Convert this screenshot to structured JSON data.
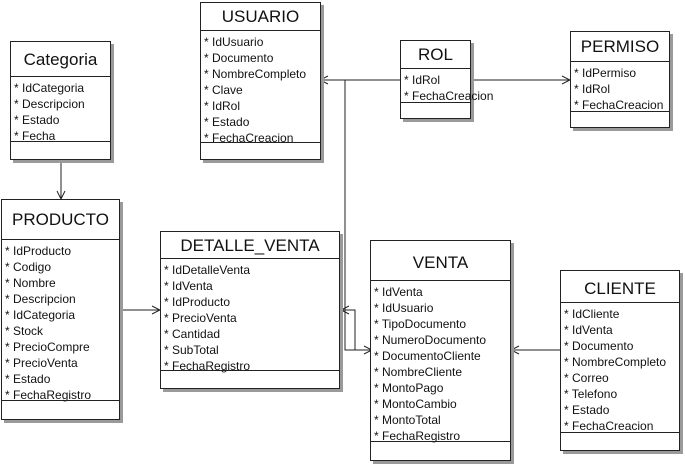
{
  "entities": {
    "usuario": {
      "title": "USUARIO",
      "fields": [
        "* IdUsuario",
        "* Documento",
        "* NombreCompleto",
        "* Clave",
        "* IdRol",
        "* Estado",
        "* FechaCreacion"
      ]
    },
    "categoria": {
      "title": "Categoria",
      "fields": [
        "* IdCategoria",
        "* Descripcion",
        "* Estado",
        "* Fecha"
      ]
    },
    "rol": {
      "title": "ROL",
      "fields": [
        "* IdRol",
        "* FechaCreacion"
      ]
    },
    "permiso": {
      "title": "PERMISO",
      "fields": [
        "* IdPermiso",
        "* IdRol",
        "* FechaCreacion"
      ]
    },
    "producto": {
      "title": "PRODUCTO",
      "fields": [
        "* IdProducto",
        "* Codigo",
        "* Nombre",
        "* Descripcion",
        "* IdCategoria",
        "* Stock",
        "* PrecioCompre",
        "* PrecioVenta",
        "* Estado",
        "* FechaRegistro"
      ]
    },
    "detalle_venta": {
      "title": "DETALLE_VENTA",
      "fields": [
        "* IdDetalleVenta",
        "* IdVenta",
        "* IdProducto",
        "* PrecioVenta",
        "* Cantidad",
        "* SubTotal",
        "* FechaRegistro"
      ]
    },
    "venta": {
      "title": "VENTA",
      "fields": [
        "* IdVenta",
        "* IdUsuario",
        "* TipoDocumento",
        "* NumeroDocumento",
        "* DocumentoCliente",
        "* NombreCliente",
        "* MontoPago",
        "* MontoCambio",
        "* MontoTotal",
        "* FechaRegistro"
      ]
    },
    "cliente": {
      "title": "CLIENTE",
      "fields": [
        "* IdCliente",
        "* IdVenta",
        "* Documento",
        "* NombreCompleto",
        "* Correo",
        "* Telefono",
        "* Estado",
        "* FechaCreacion"
      ]
    }
  }
}
